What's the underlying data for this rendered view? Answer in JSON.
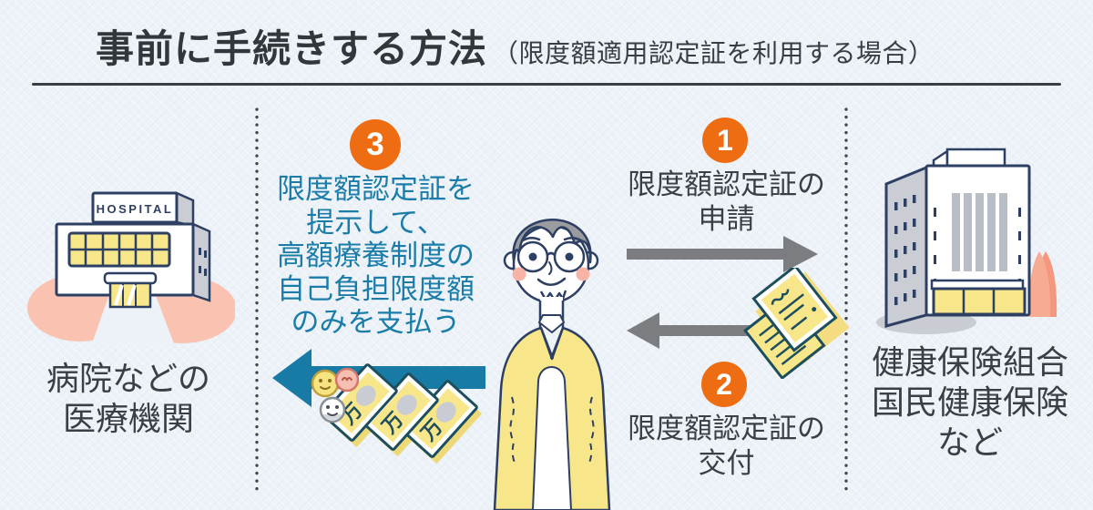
{
  "title": {
    "main": "事前に手続きする方法",
    "sub": "（限度額適用認定証を利用する場合）"
  },
  "hospital": {
    "sign": "HOSPITAL",
    "label_line1": "病院などの",
    "label_line2": "医療機関"
  },
  "insurer": {
    "label_line1": "健康保険組合",
    "label_line2": "国民健康保険",
    "label_line3": "など"
  },
  "steps": {
    "step1": {
      "number": "1",
      "line1": "限度額認定証の",
      "line2": "申請"
    },
    "step2": {
      "number": "2",
      "line1": "限度額認定証の",
      "line2": "交付"
    },
    "step3": {
      "number": "3",
      "line1": "限度額認定証を",
      "line2": "提示して、",
      "line3": "高額療養制度の",
      "line4": "自己負担限度額",
      "line5": "のみを支払う"
    }
  },
  "money": {
    "banknote_char": "万"
  },
  "colors": {
    "background": "#edf2f8",
    "badge_orange": "#ee6d13",
    "step3_text_teal": "#1a7ca8",
    "payment_arrow_teal": "#187ba6",
    "flow_arrow_gray": "#7c7d80",
    "dark_text": "#3a3e45",
    "title_text": "#33373c",
    "illustration_outline_navy": "#2d3f63",
    "illustration_yellow": "#f8e78a",
    "illustration_pink": "#f9c2b1",
    "illustration_gray": "#caced4"
  }
}
